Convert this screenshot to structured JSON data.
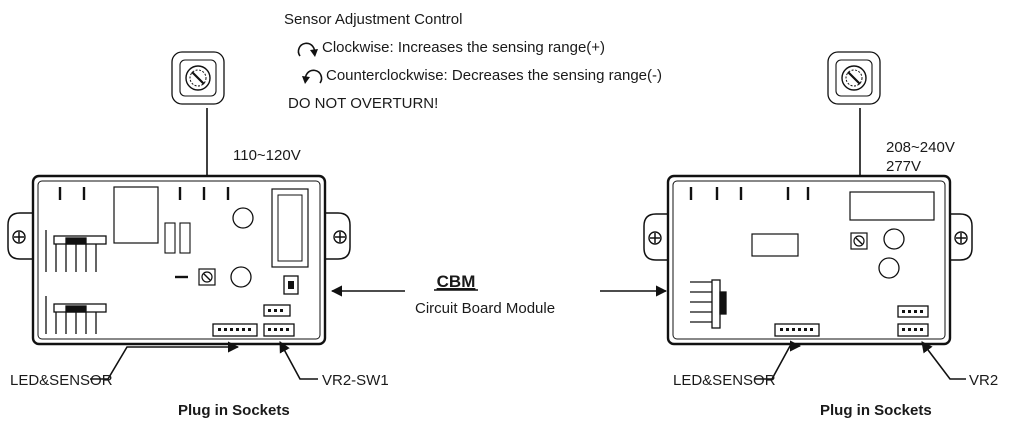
{
  "instructions": {
    "title": "Sensor  Adjustment Control",
    "clockwise": "Clockwise: Increases the sensing range(+)",
    "counter_prefix": "Counterclockwise",
    "counter_sep": ": ",
    "counter_rest": "Decreases the sensing range(-)",
    "warning": "DO NOT OVERTURN!"
  },
  "left_board": {
    "voltage": "110~120V",
    "label_led": "LED&SENSOR",
    "label_vr": "VR2-SW1",
    "caption": "Plug in Sockets"
  },
  "right_board": {
    "voltage_1": "208~240V",
    "voltage_2": "277V",
    "label_led": "LED&SENSOR",
    "label_vr": "VR2",
    "caption": "Plug in Sockets"
  },
  "center": {
    "title": "CBM",
    "subtitle": "Circuit Board Module"
  },
  "icons": {
    "clockwise": "clockwise-arrow-icon",
    "counterclockwise": "counterclockwise-arrow-icon",
    "potentiometer": "potentiometer-dial-icon",
    "screw": "screw-icon"
  },
  "colors": {
    "line": "#111111",
    "background": "#ffffff"
  }
}
